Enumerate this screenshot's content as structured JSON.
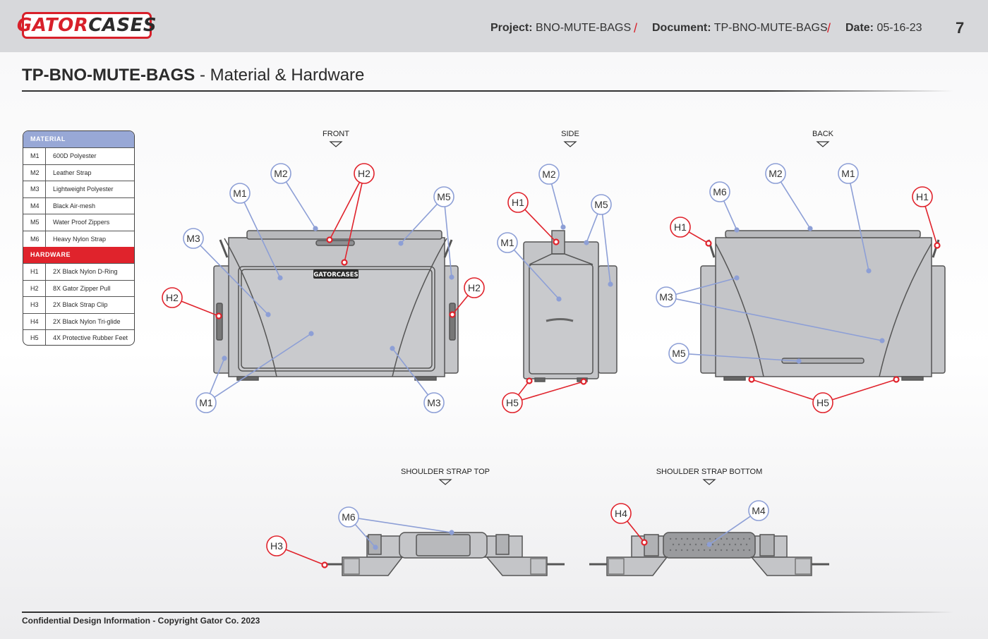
{
  "header": {
    "logo_part1": "GATOR",
    "logo_part2": "CASES",
    "project_label": "Project:",
    "project_value": "BNO-MUTE-BAGS",
    "document_label": "Document:",
    "document_value": "TP-BNO-MUTE-BAGS",
    "date_label": "Date:",
    "date_value": "05-16-23",
    "separator": "/",
    "page_number": "7"
  },
  "title": {
    "code": "TP-BNO-MUTE-BAGS",
    "subtitle": " - Material & Hardware"
  },
  "legend": {
    "material_heading": "MATERIAL",
    "materials": [
      {
        "code": "M1",
        "desc": "600D Polyester"
      },
      {
        "code": "M2",
        "desc": "Leather Strap"
      },
      {
        "code": "M3",
        "desc": "Lightweight Polyester"
      },
      {
        "code": "M4",
        "desc": "Black Air-mesh"
      },
      {
        "code": "M5",
        "desc": "Water Proof Zippers"
      },
      {
        "code": "M6",
        "desc": "Heavy Nylon Strap"
      }
    ],
    "hardware_heading": "HARDWARE",
    "hardware": [
      {
        "code": "H1",
        "desc": "2X Black Nylon D-Ring"
      },
      {
        "code": "H2",
        "desc": "8X Gator Zipper Pull"
      },
      {
        "code": "H3",
        "desc": "2X Black Strap Clip"
      },
      {
        "code": "H4",
        "desc": "2X Black Nylon Tri-glide"
      },
      {
        "code": "H5",
        "desc": "4X Protective Rubber Feet"
      }
    ]
  },
  "views": {
    "front": "FRONT",
    "side": "SIDE",
    "back": "BACK",
    "strap_top": "SHOULDER STRAP TOP",
    "strap_bottom": "SHOULDER STRAP BOTTOM"
  },
  "product_logo": "GATORCASES",
  "colors": {
    "material_callout": "#8d9fd6",
    "hardware_callout": "#e0232c",
    "brand_red": "#d8202a",
    "bag_fill": "#c4c5c8",
    "bag_stroke": "#555555"
  },
  "footer": {
    "text": "Confidential Design Information - Copyright Gator Co. 2023"
  }
}
